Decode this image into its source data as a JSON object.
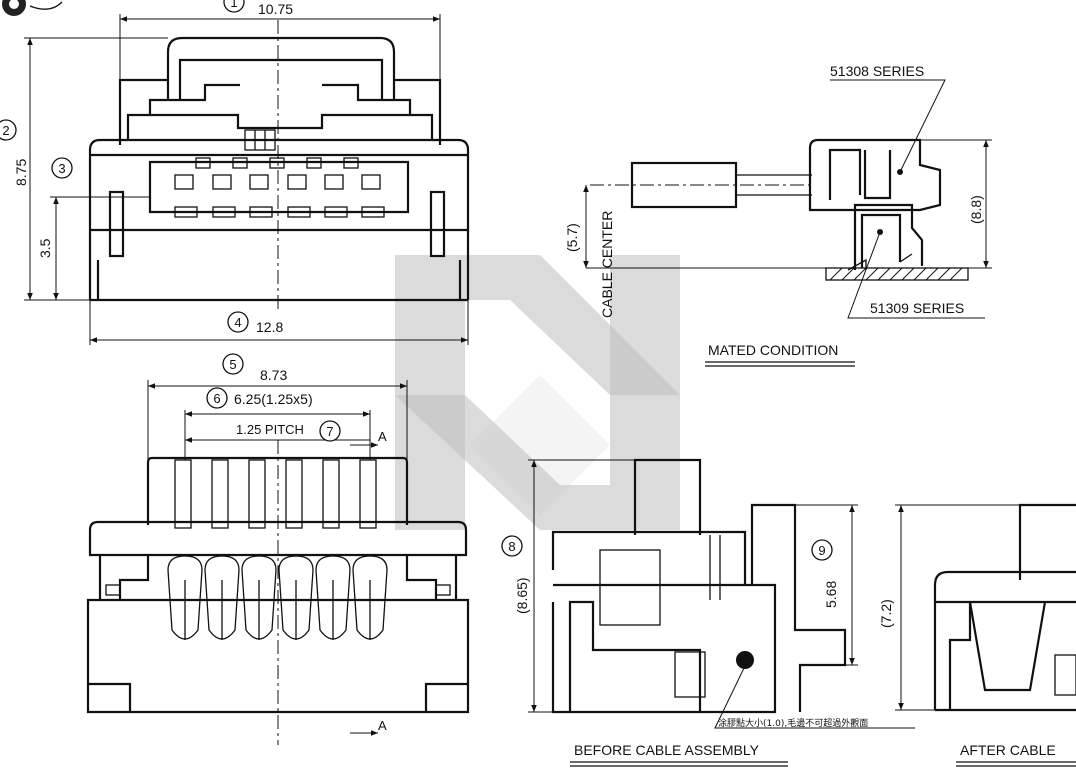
{
  "dimensions": {
    "d1": {
      "num": "1",
      "value": "10.75"
    },
    "d2": {
      "num": "2",
      "value": "8.75"
    },
    "d3": {
      "num": "3",
      "value": "3.5"
    },
    "d4": {
      "num": "4",
      "value": "12.8"
    },
    "d5": {
      "num": "5",
      "value": "8.73"
    },
    "d6": {
      "num": "6",
      "value": "6.25(1.25x5)"
    },
    "d7": {
      "num": "7",
      "value": "1.25 PITCH"
    },
    "d8": {
      "num": "8",
      "value": "(8.65)"
    },
    "d9": {
      "num": "9",
      "value": "5.68"
    },
    "d_after": {
      "value": "(7.2)"
    }
  },
  "section_marks": {
    "top": "A",
    "bottom": "A"
  },
  "mated": {
    "upper_series": "51308 SERIES",
    "lower_series": "51309 SERIES",
    "height": "(8.8)",
    "cable_center_value": "(5.7)",
    "cable_center_label": "CABLE CENTER",
    "title": "MATED CONDITION"
  },
  "before": {
    "title": "BEFORE CABLE ASSEMBLY",
    "note": "涂膠點大小(1.0),毛邊不可超過外觀面"
  },
  "after": {
    "title": "AFTER CABLE"
  }
}
